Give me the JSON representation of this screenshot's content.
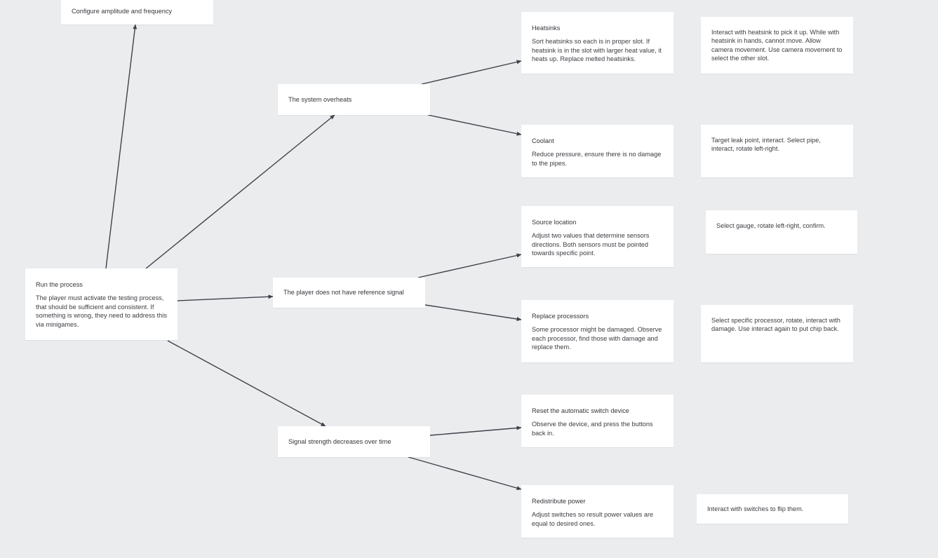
{
  "colors": {
    "background": "#ebecee",
    "card": "#ffffff",
    "text": "#3b3d42",
    "connector": "#5a5e66"
  },
  "nodes": {
    "configure": {
      "title": "Configure amplitude and frequency"
    },
    "run": {
      "title": "Run the process",
      "body": "The player must activate the testing process, that should be sufficient and consistent. If something is wrong, they need to address this via minigames."
    },
    "overheats": {
      "title": "The system overheats"
    },
    "reference": {
      "title": "The player does not have reference signal"
    },
    "signal": {
      "title": "Signal strength decreases over time"
    },
    "heatsinks": {
      "title": "Heatsinks",
      "body": "Sort heatsinks so each is in proper slot. If heatsink is in the slot with larger heat value, it heats up. Replace melted heatsinks."
    },
    "heatsinks_controls": {
      "body": "Interact with heatsink to pick it up. While with heatsink in hands, cannot move. Allow camera movement. Use camera movement to select the other slot."
    },
    "coolant": {
      "title": "Coolant",
      "body": "Reduce pressure, ensure there is no damage to the pipes."
    },
    "coolant_controls": {
      "body": "Target leak point, interact. Select pipe, interact, rotate left-right."
    },
    "source": {
      "title": "Source location",
      "body": "Adjust two values that determine sensors directions. Both sensors must be pointed towards specific point."
    },
    "source_controls": {
      "body": "Select gauge, rotate left-right, confirm."
    },
    "processors": {
      "title": "Replace processors",
      "body": "Some processor might be damaged. Observe each processor, find those with damage and replace them."
    },
    "processors_controls": {
      "body": "Select specific processor, rotate, interact with damage. Use interact again to put chip back."
    },
    "reset": {
      "title": "Reset the automatic switch device",
      "body": "Observe the device, and press the buttons back in."
    },
    "redistribute": {
      "title": "Redistribute power",
      "body": "Adjust switches so result power values are equal to desired ones."
    },
    "redistribute_controls": {
      "body": "Interact with switches to flip them."
    }
  }
}
